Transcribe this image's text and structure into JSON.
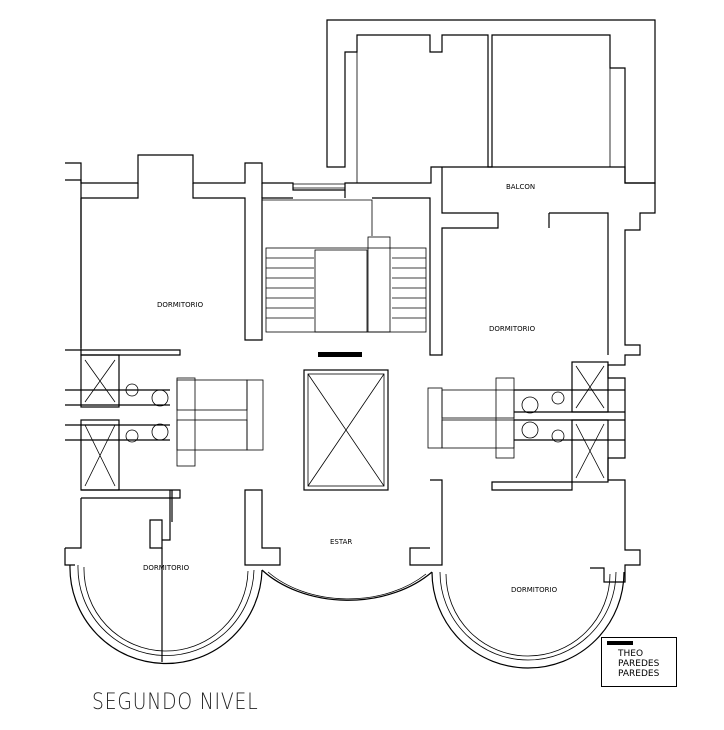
{
  "plan": {
    "title": "SEGUNDO NIVEL",
    "rooms": {
      "balcony": "BALCON",
      "bedroom_left": "DORMITORIO",
      "bedroom_right": "DORMITORIO",
      "bedroom_bottom_left": "DORMITORIO",
      "bedroom_bottom_right": "DORMITORIO",
      "hall": "ESTAR"
    },
    "stamp": {
      "line1": "THEO",
      "line2": "PAREDES",
      "line3": "PAREDES"
    }
  }
}
